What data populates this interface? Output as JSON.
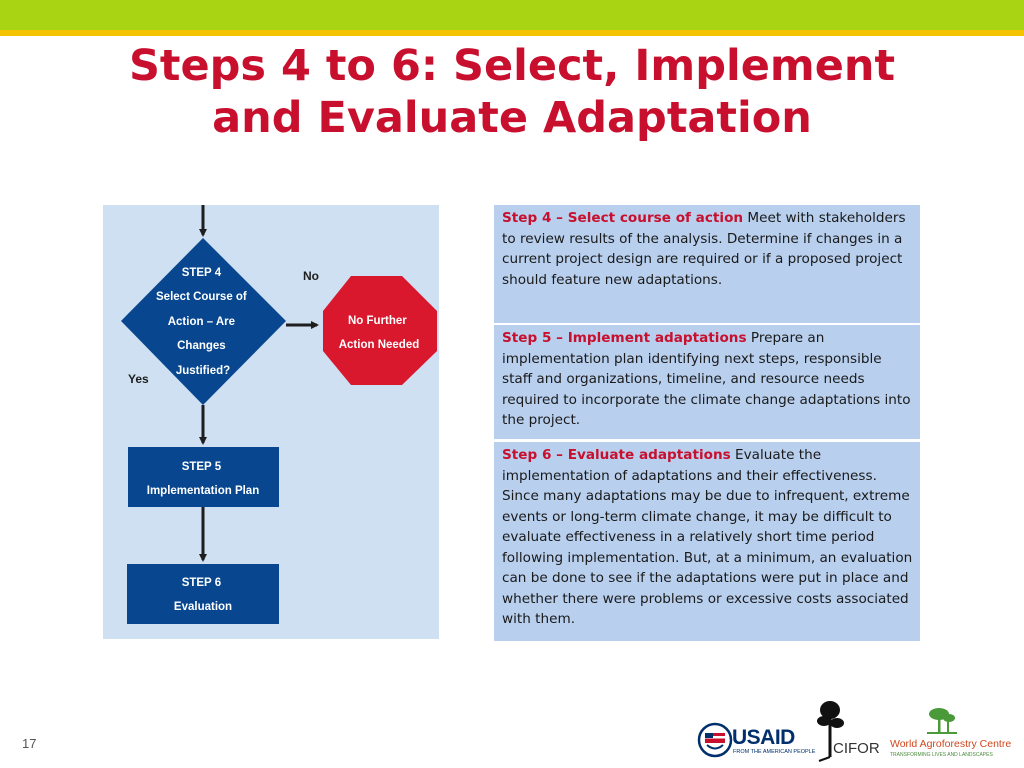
{
  "slide": {
    "title_line1": "Steps 4 to 6: Select, Implement",
    "title_line2": "and Evaluate Adaptation",
    "number": "17"
  },
  "flowchart": {
    "decision_lines": [
      "STEP 4",
      "Select Course of",
      "Action – Are",
      "Changes",
      "Justified?"
    ],
    "label_no": "No",
    "label_yes": "Yes",
    "stop_lines": [
      "No Further",
      "Action Needed"
    ],
    "step5_lines": [
      "STEP 5",
      "Implementation Plan"
    ],
    "step6_lines": [
      "STEP 6",
      "Evaluation"
    ],
    "colors": {
      "box": "#08478f",
      "stop": "#d9182d",
      "panel": "#cfe0f2",
      "arrow": "#1e1e1e"
    }
  },
  "steps": [
    {
      "heading": "Step 4 – Select course of action",
      "body": "Meet with stakeholders to review results of the analysis. Determine if changes in a current project design are required or if a proposed project should feature new adaptations."
    },
    {
      "heading": "Step 5 – Implement adaptations",
      "body": "Prepare an implementation plan identifying next steps, responsible staff and organizations, timeline, and resource needs required to incorporate the climate change adaptations into the project."
    },
    {
      "heading": "Step 6 – Evaluate adaptations",
      "body": "Evaluate the implementation of adaptations and their effectiveness. Since many adaptations may be due to infrequent, extreme events or long-term climate change, it may be difficult to evaluate effectiveness in a relatively short time period following implementation. But, at a minimum, an evaluation can be done to see if the adaptations were put in place and whether there were problems or excessive costs associated with them."
    }
  ],
  "logos": {
    "usaid_name": "USAID",
    "usaid_tagline": "FROM THE AMERICAN PEOPLE",
    "cifor_name": "CIFOR",
    "icraf_name": "World Agroforestry Centre",
    "icraf_tagline": "TRANSFORMING LIVES AND LANDSCAPES",
    "icons": [
      "usaid-seal-icon",
      "cifor-tree-icon",
      "icraf-trees-icon"
    ]
  },
  "colors": {
    "top_bar": "#a8d414",
    "top_line": "#f5c400",
    "title": "#c8102e",
    "step_box": "#b8cfee",
    "step_heading": "#c8102e"
  }
}
